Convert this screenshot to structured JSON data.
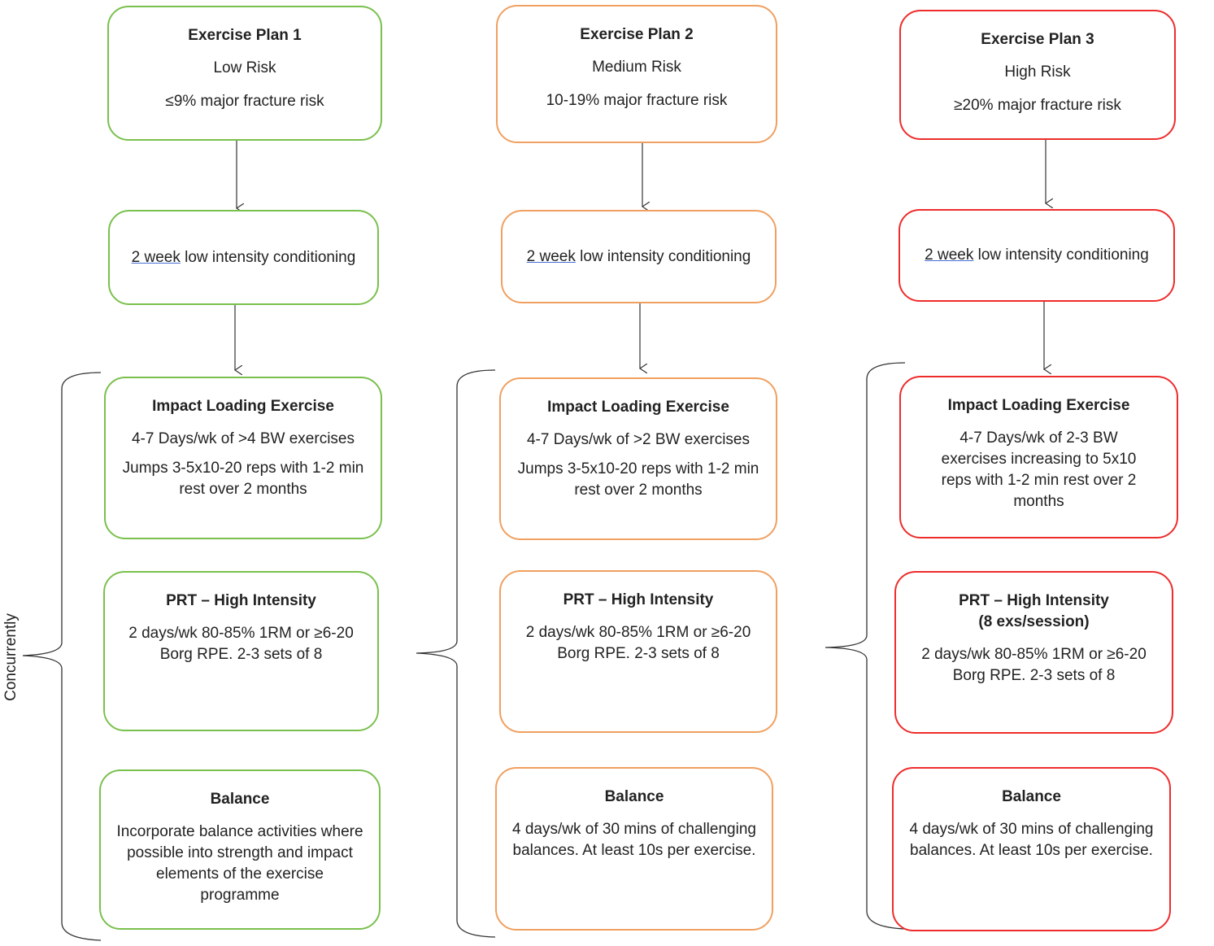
{
  "side_label": "Concurrently",
  "columns": [
    {
      "color": "#7ac04d",
      "plan": {
        "title": "Exercise Plan 1",
        "risk": "Low Risk",
        "fracture": "≤9% major fracture risk"
      },
      "conditioning": {
        "week": "2 week",
        "rest": " low intensity conditioning"
      },
      "impact": {
        "title": "Impact Loading Exercise",
        "line1": "4-7 Days/wk of >4 BW exercises",
        "line2": "Jumps 3-5x10-20 reps with 1-2 min rest over 2 months"
      },
      "prt": {
        "title": "PRT – High Intensity",
        "text": "2 days/wk 80-85% 1RM or ≥6-20 Borg RPE. 2-3 sets of 8"
      },
      "balance": {
        "title": "Balance",
        "text": "Incorporate balance activities where possible into strength and impact elements of the exercise programme"
      }
    },
    {
      "color": "#f0a060",
      "plan": {
        "title": "Exercise Plan 2",
        "risk": "Medium Risk",
        "fracture": "10-19% major fracture risk"
      },
      "conditioning": {
        "week": "2 week",
        "rest": " low intensity conditioning"
      },
      "impact": {
        "title": "Impact Loading Exercise",
        "line1": "4-7 Days/wk of >2 BW exercises",
        "line2": "Jumps 3-5x10-20 reps with 1-2 min rest over 2 months"
      },
      "prt": {
        "title": "PRT – High Intensity",
        "text": "2 days/wk 80-85% 1RM or ≥6-20 Borg RPE. 2-3 sets of 8"
      },
      "balance": {
        "title": "Balance",
        "text": "4 days/wk of 30 mins of challenging balances. At least 10s per exercise."
      }
    },
    {
      "color": "#ee2c2c",
      "plan": {
        "title": "Exercise Plan 3",
        "risk": "High Risk",
        "fracture": "≥20% major fracture risk"
      },
      "conditioning": {
        "week": "2 week",
        "rest": " low intensity conditioning"
      },
      "impact": {
        "title": "Impact Loading Exercise",
        "line1": "4-7 Days/wk of 2-3 BW exercises increasing to 5x10 reps with 1-2 min rest over 2 months",
        "line2": ""
      },
      "prt": {
        "title": "PRT – High Intensity (8 exs/session)",
        "text": "2 days/wk 80-85% 1RM or ≥6-20 Borg RPE. 2-3 sets of 8"
      },
      "balance": {
        "title": "Balance",
        "text": "4 days/wk of 30 mins of challenging balances. At least 10s per exercise."
      }
    }
  ]
}
